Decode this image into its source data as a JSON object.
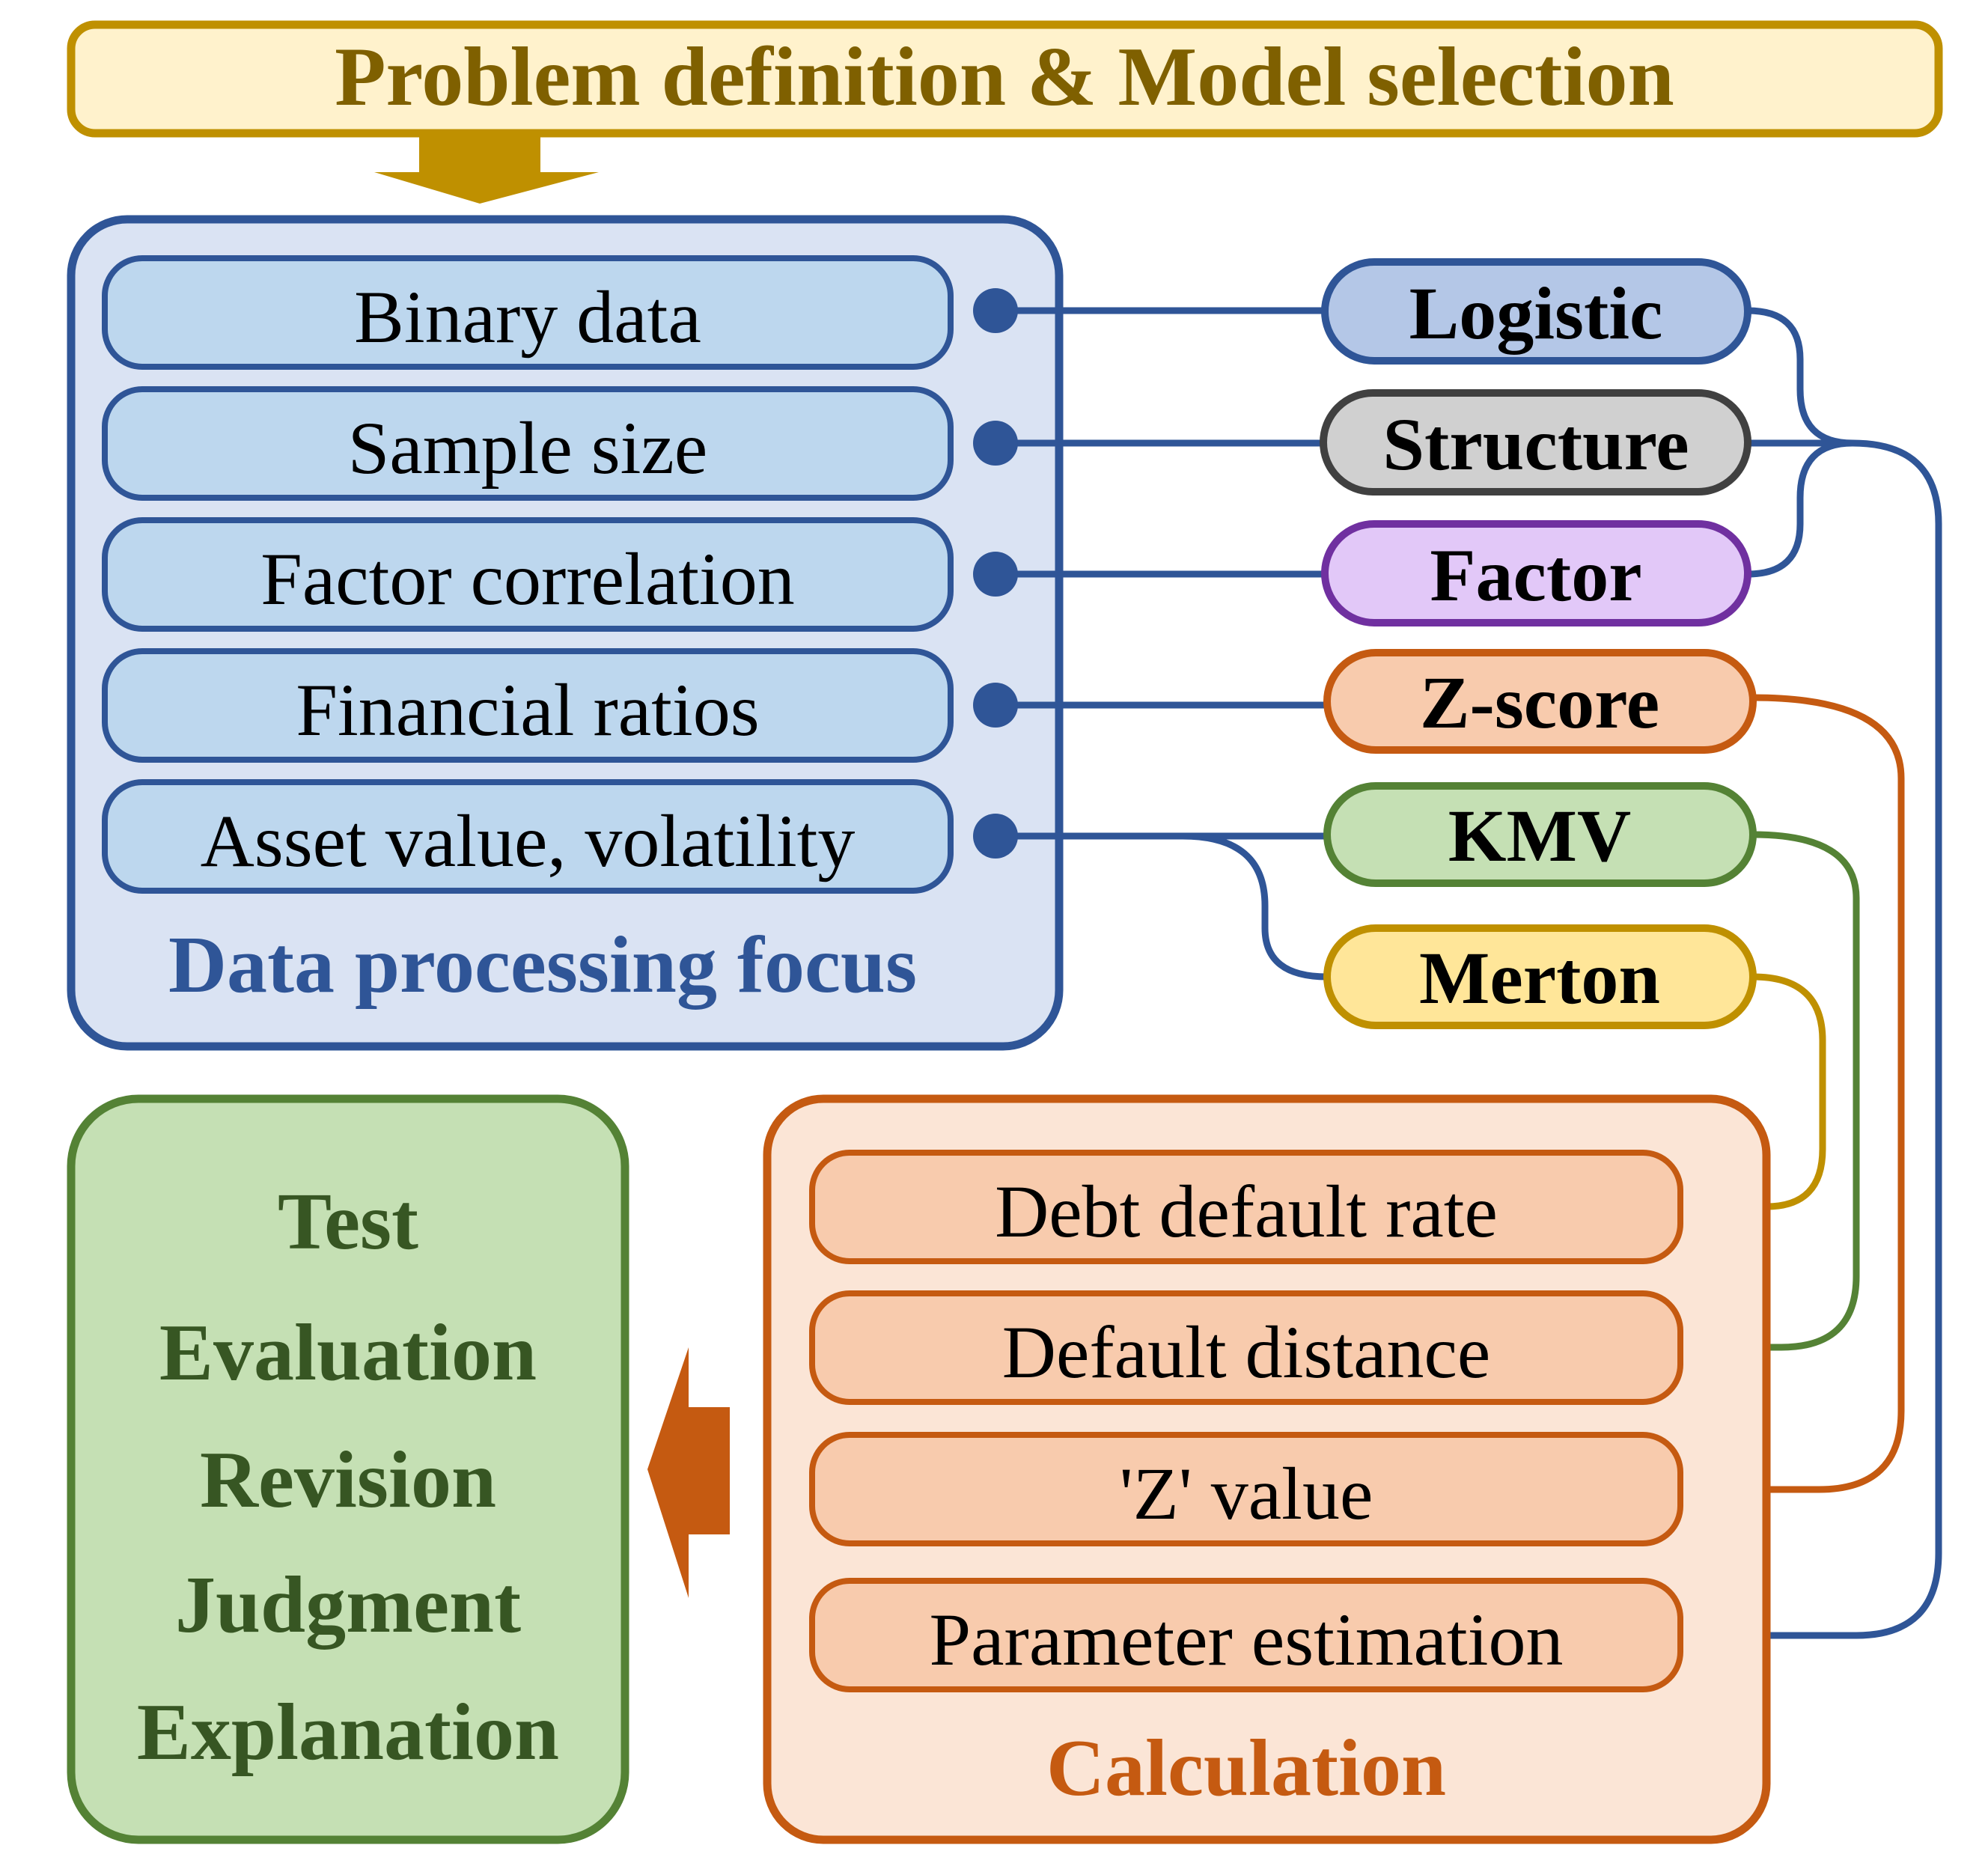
{
  "header": {
    "title": "Problem definition & Model selection",
    "colors": {
      "fill": "#FFF2CC",
      "stroke": "#BF9000",
      "text": "#7F6000"
    }
  },
  "data_panel": {
    "title": "Data processing focus",
    "items": [
      "Binary data",
      "Sample size",
      "Factor correlation",
      "Financial ratios",
      "Asset value, volatility"
    ],
    "colors": {
      "panel_fill": "#DAE3F3",
      "item_fill": "#BDD7EE",
      "stroke": "#2F5597"
    }
  },
  "models": [
    {
      "label": "Logistic",
      "fill": "#B4C7E7",
      "stroke": "#2F5597"
    },
    {
      "label": "Structure",
      "fill": "#D0D0D0",
      "stroke": "#404040"
    },
    {
      "label": "Factor",
      "fill": "#E2C8F8",
      "stroke": "#7030A0"
    },
    {
      "label": "Z-score",
      "fill": "#F8CBAD",
      "stroke": "#C55A11"
    },
    {
      "label": "KMV",
      "fill": "#C5E0B4",
      "stroke": "#548235"
    },
    {
      "label": "Merton",
      "fill": "#FFE699",
      "stroke": "#BF9000"
    }
  ],
  "calc_panel": {
    "title": "Calculation",
    "items": [
      "Debt default rate",
      "Default distance",
      "'Z' value",
      "Parameter estimation"
    ],
    "colors": {
      "panel_fill": "#FBE5D6",
      "item_fill": "#F8CBAD",
      "stroke": "#C55A11"
    }
  },
  "eval_panel": {
    "items": [
      "Test",
      "Evaluation",
      "Revision",
      "Judgment",
      "Explanation"
    ],
    "colors": {
      "fill": "#C5E0B4",
      "stroke": "#548235",
      "text": "#375623"
    }
  },
  "arrow_colors": {
    "down": "#BF9000",
    "left": "#C55A11"
  }
}
